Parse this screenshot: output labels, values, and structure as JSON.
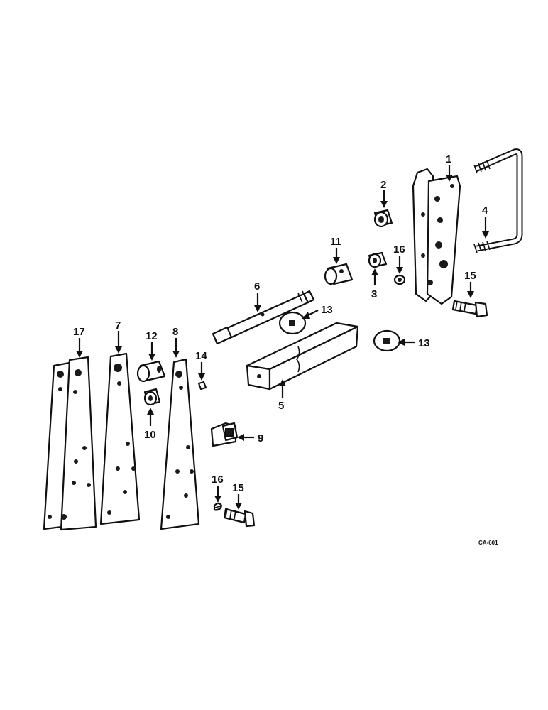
{
  "callouts": {
    "c1": "1",
    "c2": "2",
    "c3": "3",
    "c4": "4",
    "c5": "5",
    "c6": "6",
    "c7": "7",
    "c8": "8",
    "c9": "9",
    "c10": "10",
    "c11": "11",
    "c12": "12",
    "c13a": "13",
    "c13b": "13",
    "c14": "14",
    "c15a": "15",
    "c15b": "15",
    "c16a": "16",
    "c16b": "16",
    "c17": "17"
  },
  "drawing_code": "CA-601"
}
